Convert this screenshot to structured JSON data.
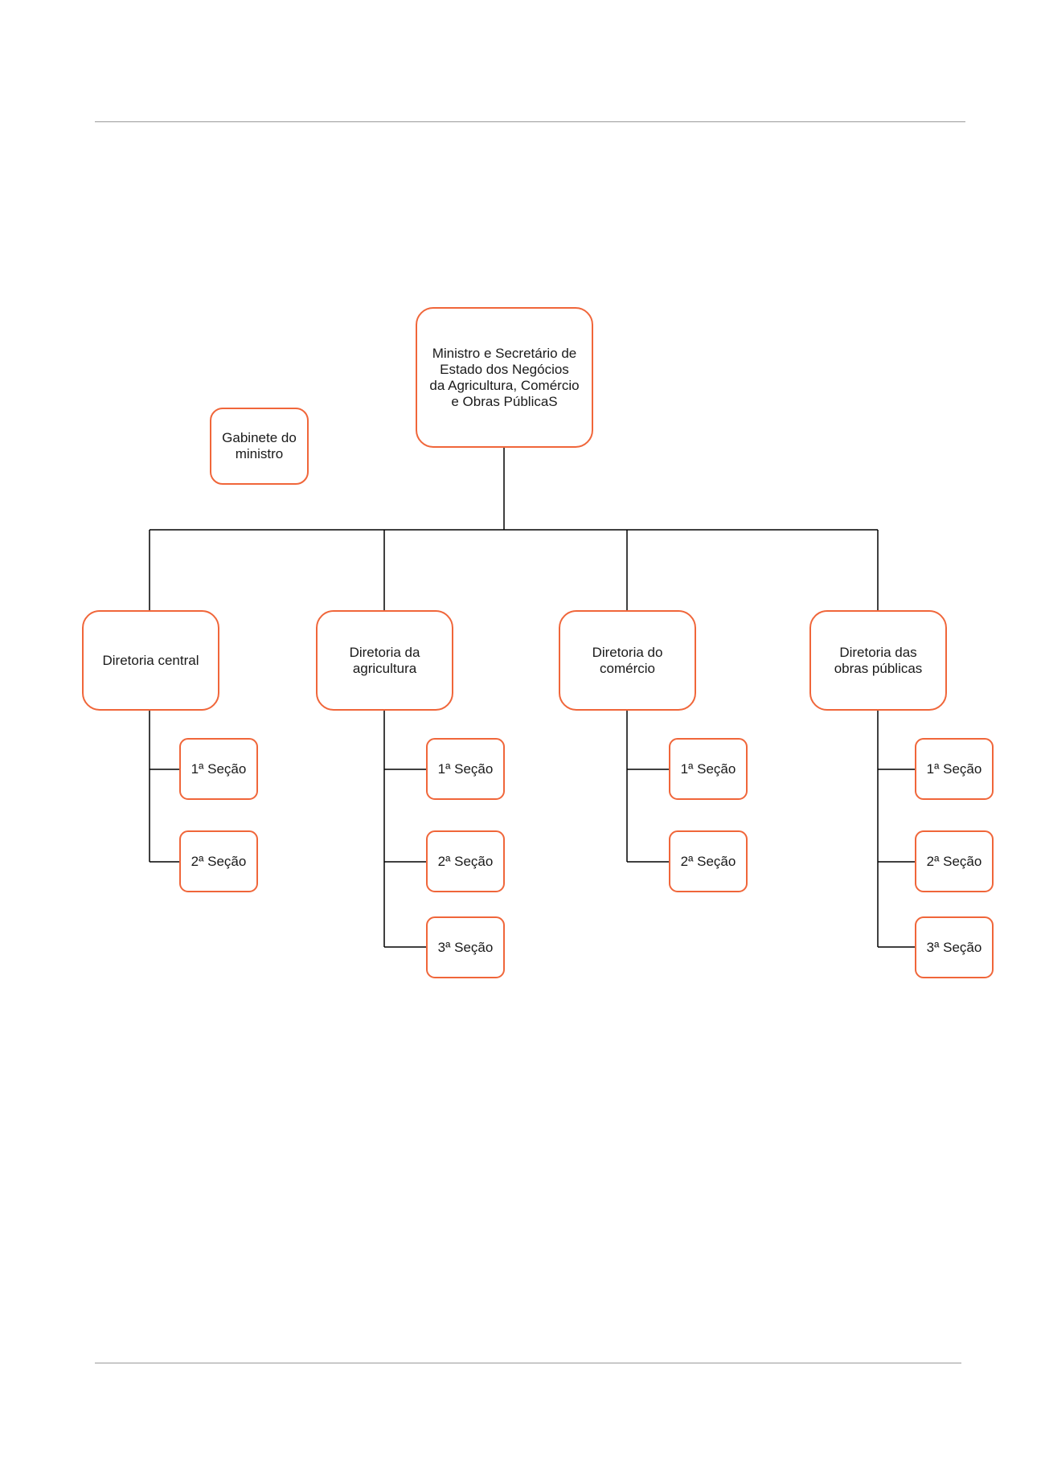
{
  "colors": {
    "box_border": "#f0663a",
    "connector": "#000000",
    "rule": "#9a9a9a",
    "text": "#1a1a1a"
  },
  "diagram": {
    "root": {
      "label": "Ministro e Secretário de\nEstado dos Negócios\nda Agricultura, Comércio\ne Obras PúblicaS"
    },
    "cabinet": {
      "label": "Gabinete do\nministro"
    },
    "directorates": [
      {
        "label": "Diretoria central",
        "sections": [
          "1ª Seção",
          "2ª Seção"
        ]
      },
      {
        "label": "Diretoria da\nagricultura",
        "sections": [
          "1ª Seção",
          "2ª Seção",
          "3ª Seção"
        ]
      },
      {
        "label": "Diretoria do\ncomércio",
        "sections": [
          "1ª Seção",
          "2ª Seção"
        ]
      },
      {
        "label": "Diretoria das\nobras públicas",
        "sections": [
          "1ª Seção",
          "2ª Seção",
          "3ª Seção"
        ]
      }
    ]
  }
}
